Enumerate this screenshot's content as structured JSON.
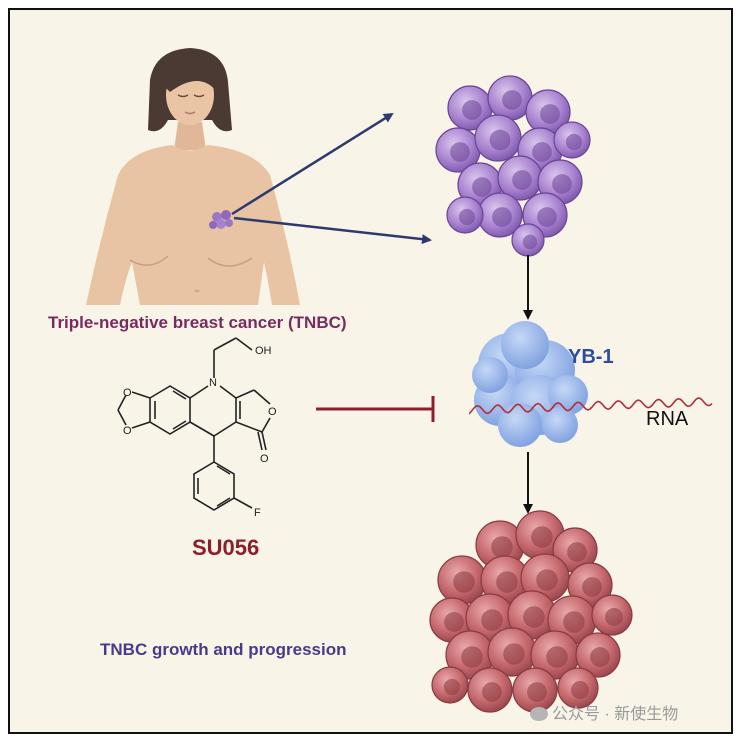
{
  "labels": {
    "tnbc": "Triple-negative breast cancer (TNBC)",
    "drug": "SU056",
    "protein": "YB-1",
    "rna": "RNA",
    "outcome": "TNBC growth and progression"
  },
  "molecule": {
    "atoms": [
      "N",
      "OH",
      "O",
      "O",
      "O",
      "O",
      "F"
    ]
  },
  "watermark": "公众号 · 新使生物",
  "colors": {
    "background": "#f8f4e8",
    "purple_cells": "#9b78c4",
    "red_cells": "#c0646a",
    "protein": "#8fb0e8",
    "inhibition": "#8c1f2a",
    "arrows": "#2e3a6e"
  },
  "icons": [
    "woman-torso-icon",
    "purple-cell-cluster-icon",
    "yb1-protein-icon",
    "rna-strand-icon",
    "red-cell-cluster-icon"
  ]
}
